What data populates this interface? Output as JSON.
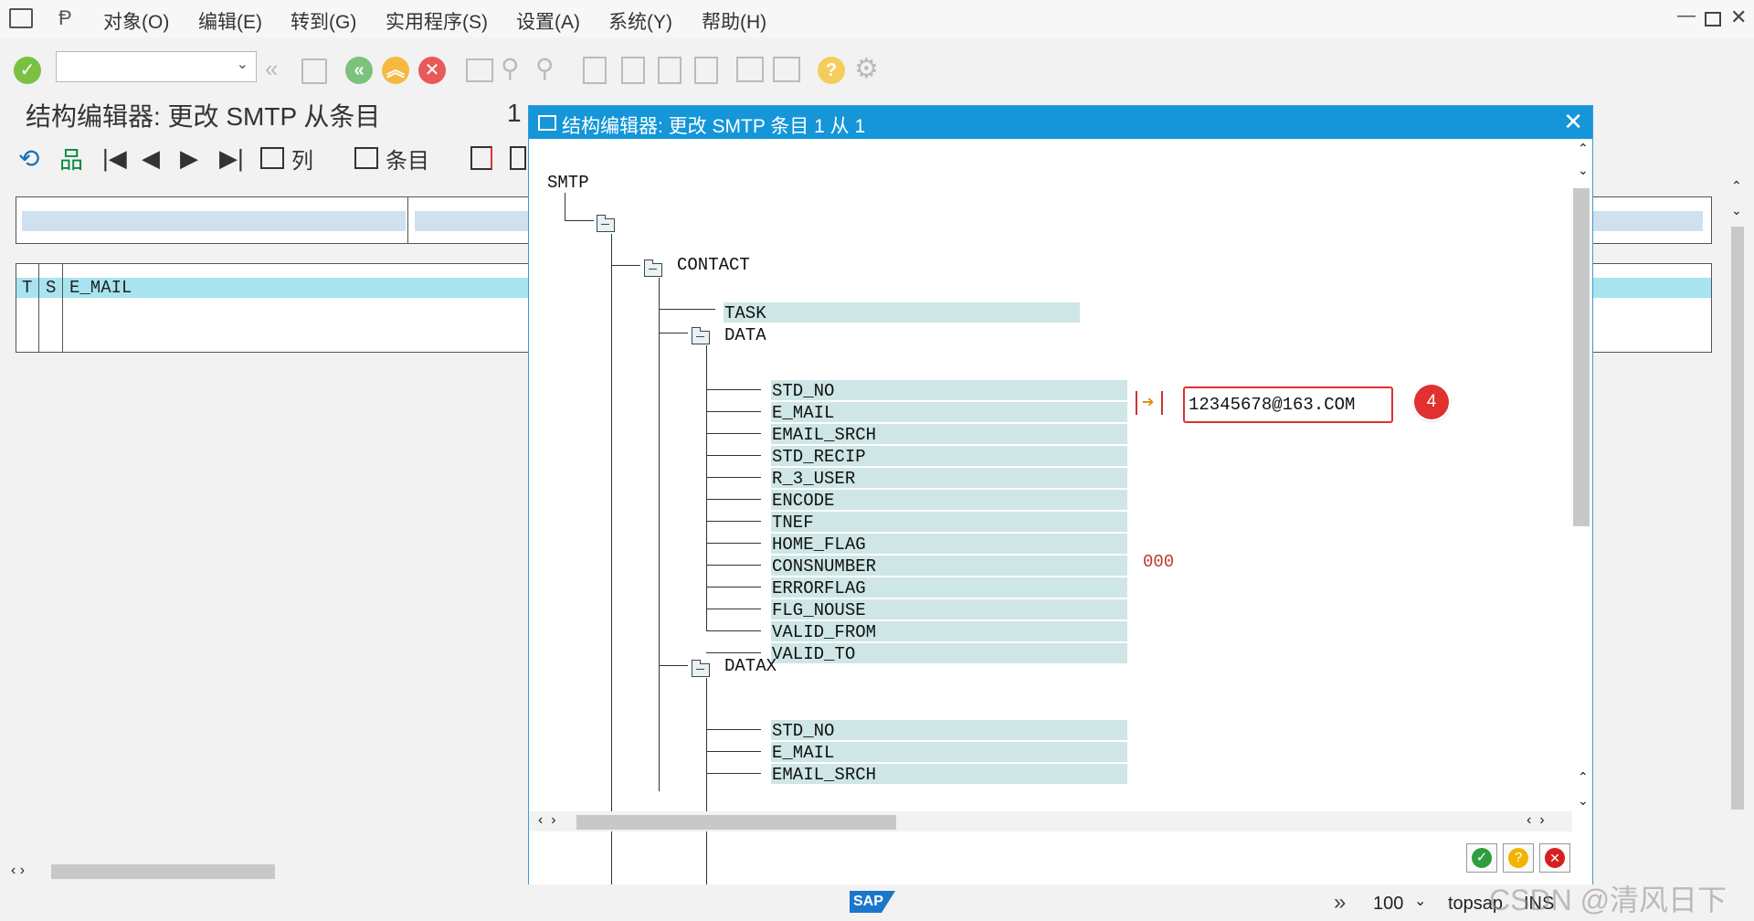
{
  "menu": {
    "items": [
      "对象(O)",
      "编辑(E)",
      "转到(G)",
      "实用程序(S)",
      "设置(A)",
      "系统(Y)",
      "帮助(H)"
    ]
  },
  "page": {
    "title": "结构编辑器: 更改 SMTP 从条目",
    "title_suffix": "1"
  },
  "app_toolbar": {
    "col_label": "列",
    "entry_label": "条目"
  },
  "bg_table": {
    "col_t": "T",
    "col_s": "S",
    "col_email": "E_MAIL"
  },
  "dialog": {
    "title": "结构编辑器: 更改 SMTP 条目 1 从 1",
    "close": "✕"
  },
  "tree": {
    "root": "SMTP",
    "contact": "CONTACT",
    "task": "TASK",
    "data": "DATA",
    "data_fields": [
      "STD_NO",
      "E_MAIL",
      "EMAIL_SRCH",
      "STD_RECIP",
      "R_3_USER",
      "ENCODE",
      "TNEF",
      "HOME_FLAG",
      "CONSNUMBER",
      "ERRORFLAG",
      "FLG_NOUSE",
      "VALID_FROM",
      "VALID_TO"
    ],
    "datax": "DATAX",
    "datax_fields": [
      "STD_NO",
      "E_MAIL",
      "EMAIL_SRCH"
    ],
    "email_value": "12345678@163.COM",
    "consnumber_value": "000",
    "callout_number": "4"
  },
  "status": {
    "zoom": "100",
    "system": "topsap",
    "mode": "INS",
    "watermark": "CSDN @清风日下",
    "logo": "SAP"
  },
  "colors": {
    "dialog_title_bg": "#1496d8",
    "tree_highlight": "#cfe6e6",
    "callout": "#e03030"
  }
}
